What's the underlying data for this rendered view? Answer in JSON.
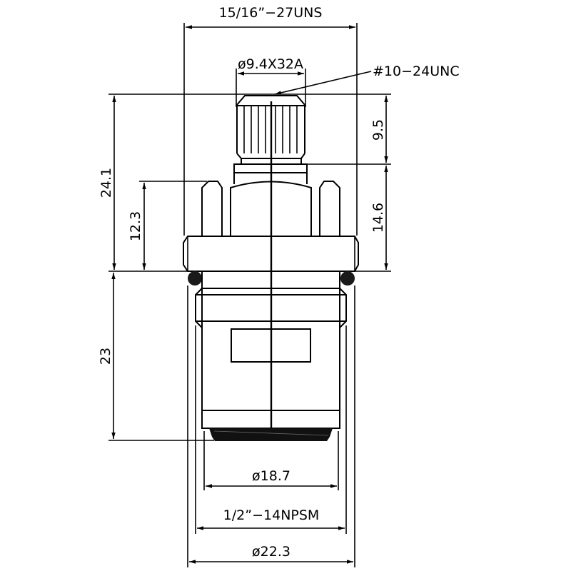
{
  "drawing": {
    "title": "Faucet cartridge dimensional drawing",
    "line_color": "#000000",
    "background": "#ffffff"
  },
  "dimensions": {
    "top_width": "15/16”−27UNS",
    "spline": "ø9.4X32A",
    "stem_thread": "#10−24UNC",
    "stem_height": "9.5",
    "body_height_right": "14.6",
    "overall_upper_height": "24.1",
    "hex_height": "12.3",
    "lower_height": "23",
    "bottom_dia": "ø18.7",
    "pipe_thread": "1/2”−14NPSM",
    "oring_dia": "ø22.3"
  }
}
